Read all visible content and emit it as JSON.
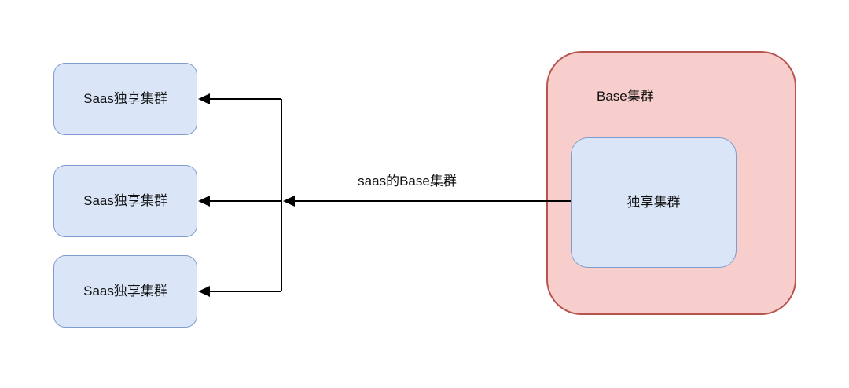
{
  "diagram": {
    "saas_boxes": [
      {
        "label": "Saas独享集群"
      },
      {
        "label": "Saas独享集群"
      },
      {
        "label": "Saas独享集群"
      }
    ],
    "base_cluster": {
      "label": "Base集群",
      "inner_box": {
        "label": "独享集群"
      }
    },
    "edge_label": "saas的Base集群",
    "colors": {
      "blue_fill": "#dae6f8",
      "blue_border": "#7e9cd0",
      "red_fill": "#f8cecc",
      "red_border": "#b85450",
      "connector": "#000000",
      "text": "#121212",
      "background": "#ffffff"
    }
  }
}
